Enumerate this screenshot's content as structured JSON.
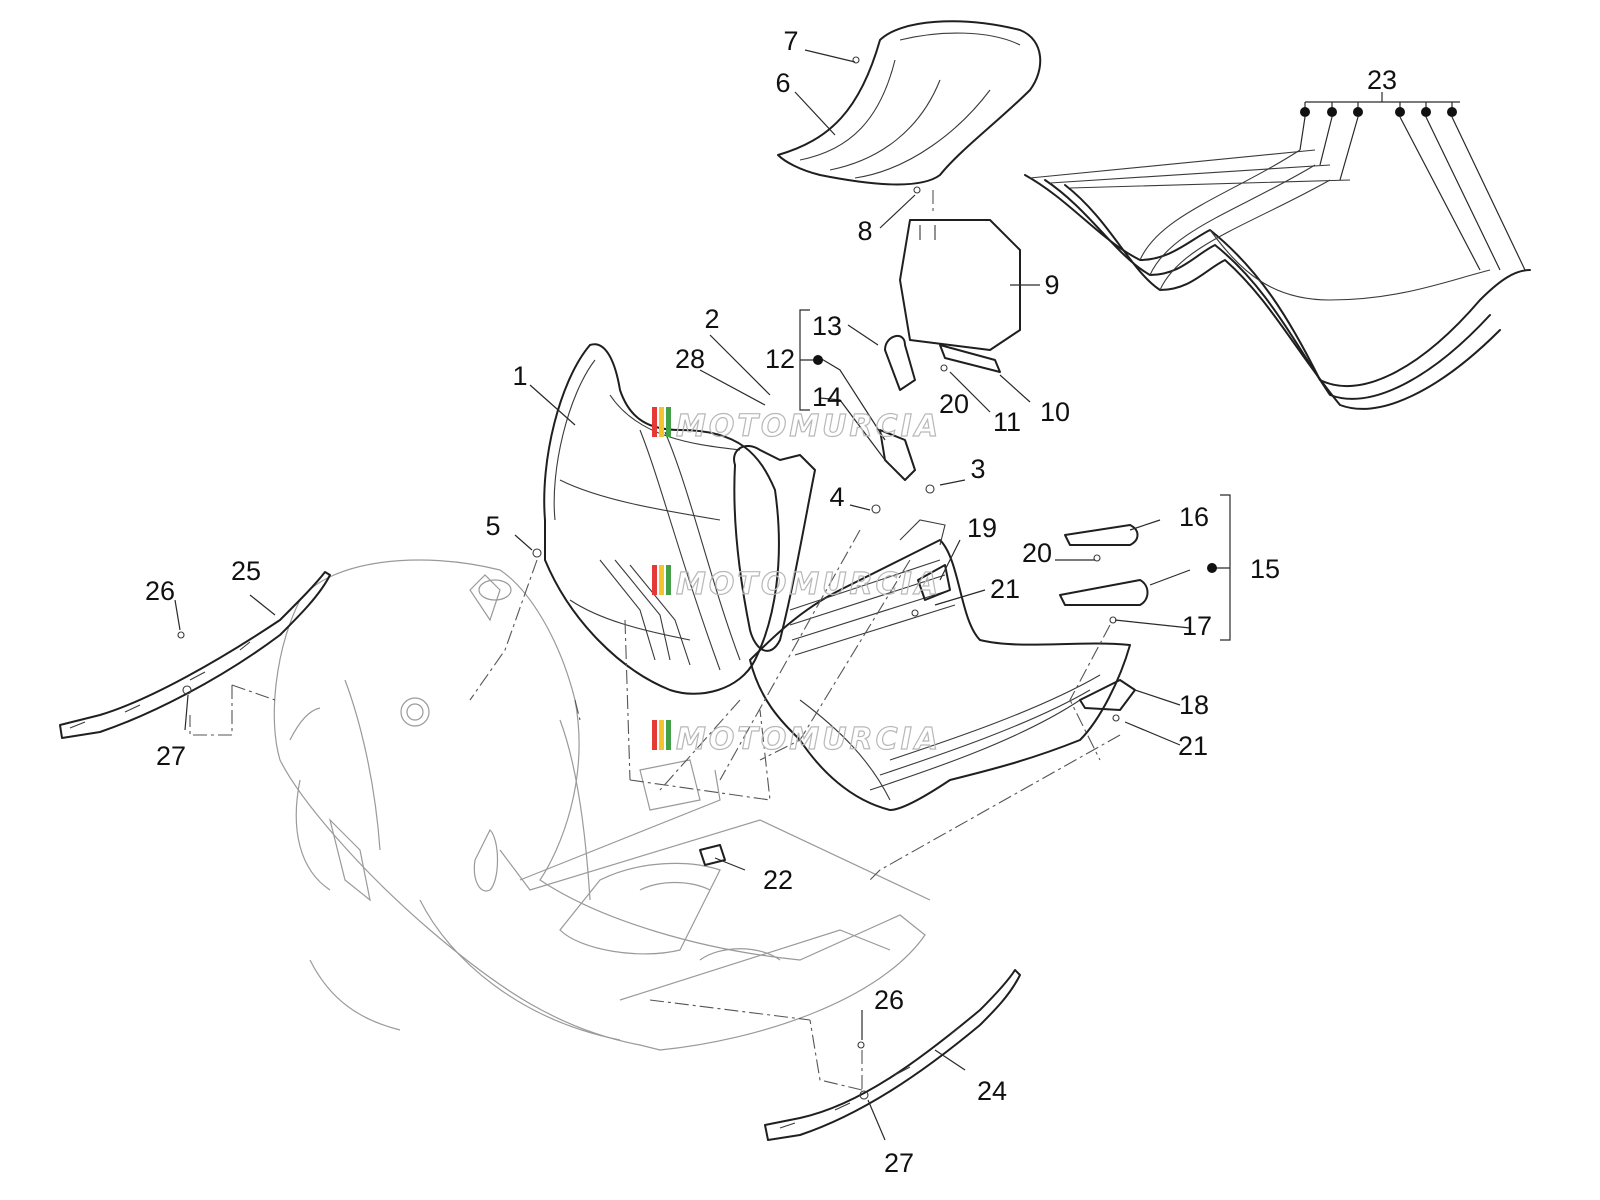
{
  "watermark": {
    "text": "MOTOMURCIA",
    "colors": [
      "#e53935",
      "#f4c430",
      "#43a047"
    ]
  },
  "callouts": {
    "c1": "1",
    "c2": "2",
    "c3": "3",
    "c4": "4",
    "c5": "5",
    "c6": "6",
    "c7": "7",
    "c8": "8",
    "c9": "9",
    "c10": "10",
    "c11": "11",
    "c12": "12",
    "c13": "13",
    "c14": "14",
    "c15": "15",
    "c16": "16",
    "c17": "17",
    "c18": "18",
    "c19": "19",
    "c20a": "20",
    "c20b": "20",
    "c21a": "21",
    "c21b": "21",
    "c22": "22",
    "c23": "23",
    "c24": "24",
    "c25": "25",
    "c26a": "26",
    "c26b": "26",
    "c27a": "27",
    "c27b": "27",
    "c28": "28"
  }
}
